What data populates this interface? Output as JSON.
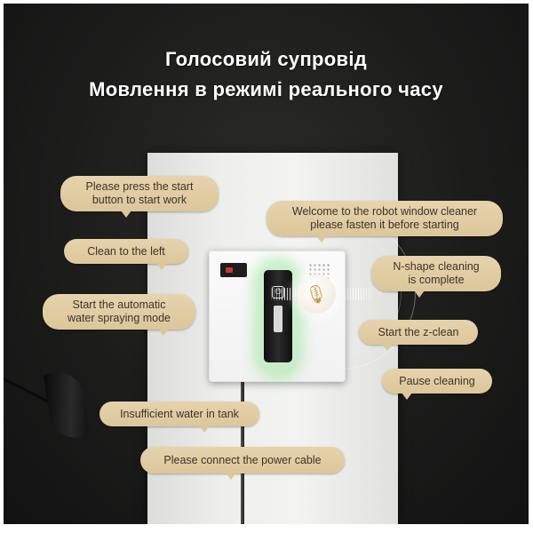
{
  "header": {
    "title_line1": "Голосовий супровід",
    "title_line2": "Мовлення в режимі реального часу"
  },
  "voice_prompts": [
    "Please press the start\nbutton to start work",
    "Welcome to the robot window cleaner\nplease fasten it before starting",
    "Clean to the left",
    "N-shape cleaning\nis complete",
    "Start the automatic\nwater spraying mode",
    "Start the z-clean",
    "Pause cleaning",
    "Insufficient water in tank",
    "Please connect the power cable"
  ],
  "colors": {
    "bubble": "#dcc69a",
    "background": "#1c1c1b",
    "glow": "#96e696"
  },
  "icons": {
    "mic": "microphone-icon",
    "power": "power-icon"
  }
}
